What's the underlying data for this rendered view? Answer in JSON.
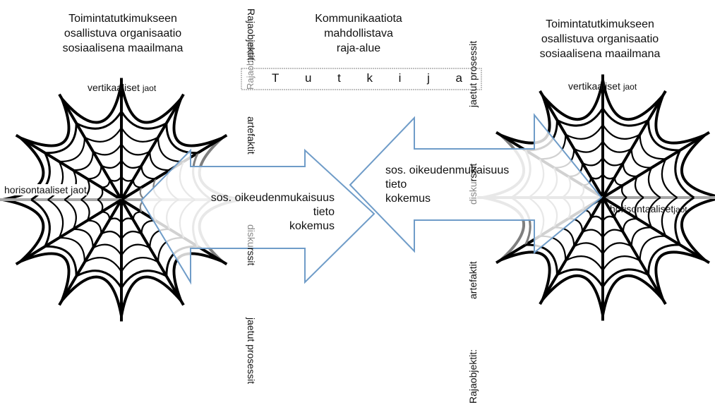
{
  "left_title": [
    "Toimintatutkimukseen",
    "osallistuva organisaatio",
    "sosiaalisena maailmana"
  ],
  "right_title": [
    "Toimintatutkimukseen",
    "osallistuva organisaatio",
    "sosiaalisena maailmana"
  ],
  "center_title": [
    "Kommunikaatiota",
    "mahdollistava",
    "raja-alue"
  ],
  "researcher_box": {
    "prefix": "Rajaobjektit:",
    "letters": [
      "T",
      "u",
      "t",
      "k",
      "i",
      "j",
      "a"
    ]
  },
  "left_web": {
    "vertical_label": "vertikaaliset",
    "vertical_suffix": "jaot",
    "horizontal_label": "horisontaaliset jaot"
  },
  "right_web": {
    "vertical_label": "vertikaaliset",
    "vertical_suffix": "jaot",
    "horizontal_label": "horisontaaliset",
    "horizontal_suffix": "jaot"
  },
  "left_column": {
    "top": "Rajaobjektit:",
    "artefacts": "artefaktit",
    "discourses_gray": "disku",
    "discourses_rest": "rssit",
    "processes": "jaetut prosessit"
  },
  "right_column": {
    "top": "jaetut prosessit",
    "discourses_gray": "disku",
    "discourses_rest": "rssit",
    "artefacts": "artefaktit",
    "bottom": "Rajaobjektit:"
  },
  "arrow_right_text": [
    "sos. oikeudenmukaisuus",
    "tieto",
    "kokemus"
  ],
  "arrow_left_text": [
    "sos. oikeudenmukaisuus",
    "tieto",
    "kokemus"
  ],
  "colors": {
    "arrow_stroke": "#6f9cc8",
    "web_black": "#000000",
    "web_gray": "#7f7f7f",
    "web_light": "#a6a6a6"
  }
}
